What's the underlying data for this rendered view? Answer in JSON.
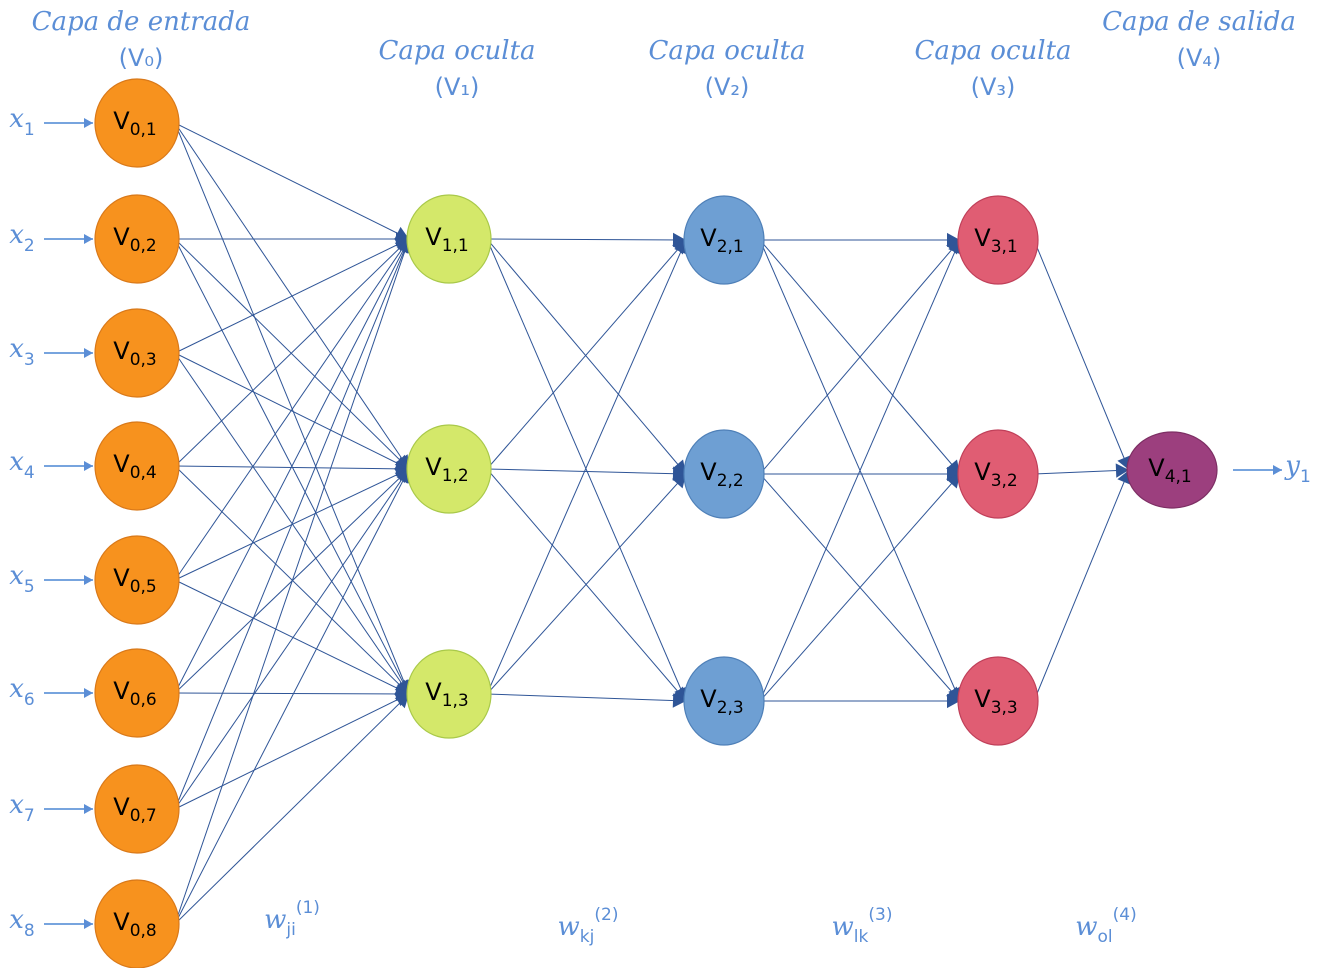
{
  "layers": [
    {
      "title": "Capa de entrada",
      "name": "(V₀)",
      "color": "#f7921e",
      "stroke": "#d9791a",
      "nodes": [
        {
          "main": "V",
          "sub": "0,1"
        },
        {
          "main": "V",
          "sub": "0,2"
        },
        {
          "main": "V",
          "sub": "0,3"
        },
        {
          "main": "V",
          "sub": "0,4"
        },
        {
          "main": "V",
          "sub": "0,5"
        },
        {
          "main": "V",
          "sub": "0,6"
        },
        {
          "main": "V",
          "sub": "0,7"
        },
        {
          "main": "V",
          "sub": "0,8"
        }
      ]
    },
    {
      "title": "Capa oculta",
      "name": "(V₁)",
      "color": "#d4e86a",
      "stroke": "#a9c94a",
      "nodes": [
        {
          "main": "V",
          "sub": "1,1"
        },
        {
          "main": "V",
          "sub": "1,2"
        },
        {
          "main": "V",
          "sub": "1,3"
        }
      ]
    },
    {
      "title": "Capa oculta",
      "name": "(V₂)",
      "color": "#6e9fd3",
      "stroke": "#4f80b8",
      "nodes": [
        {
          "main": "V",
          "sub": "2,1"
        },
        {
          "main": "V",
          "sub": "2,2"
        },
        {
          "main": "V",
          "sub": "2,3"
        }
      ]
    },
    {
      "title": "Capa oculta",
      "name": "(V₃)",
      "color": "#e05d73",
      "stroke": "#c0405a",
      "nodes": [
        {
          "main": "V",
          "sub": "3,1"
        },
        {
          "main": "V",
          "sub": "3,2"
        },
        {
          "main": "V",
          "sub": "3,3"
        }
      ]
    },
    {
      "title": "Capa de salida",
      "name": "(V₄)",
      "color": "#9c3f7e",
      "stroke": "#7d2f64",
      "nodes": [
        {
          "main": "V",
          "sub": "4,1"
        }
      ]
    }
  ],
  "inputs": [
    {
      "main": "x",
      "sub": "1"
    },
    {
      "main": "x",
      "sub": "2"
    },
    {
      "main": "x",
      "sub": "3"
    },
    {
      "main": "x",
      "sub": "4"
    },
    {
      "main": "x",
      "sub": "5"
    },
    {
      "main": "x",
      "sub": "6"
    },
    {
      "main": "x",
      "sub": "7"
    },
    {
      "main": "x",
      "sub": "8"
    }
  ],
  "outputs": [
    {
      "main": "y",
      "sub": "1"
    }
  ],
  "weights": [
    {
      "main": "w",
      "sub": "ji",
      "sup": "(1)"
    },
    {
      "main": "w",
      "sub": "kj",
      "sup": "(2)"
    },
    {
      "main": "w",
      "sub": "lk",
      "sup": "(3)"
    },
    {
      "main": "w",
      "sub": "ol",
      "sup": "(4)"
    }
  ],
  "colors": {
    "accent": "#5b8ed6",
    "connection": "#2f5597",
    "arrowhead": "#2f5597"
  }
}
